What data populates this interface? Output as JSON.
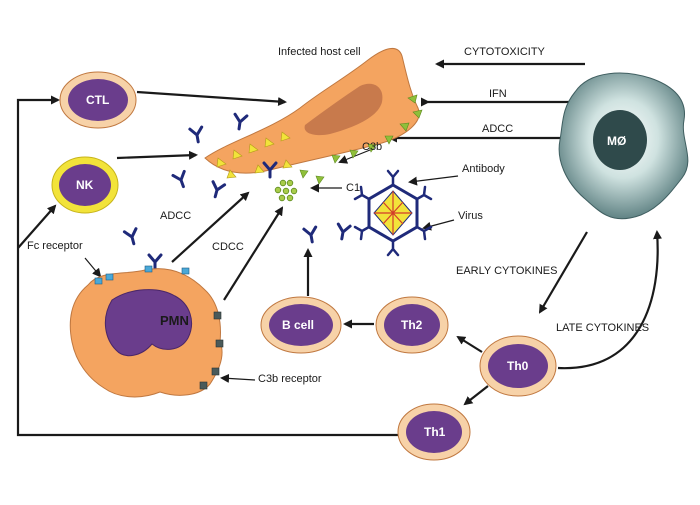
{
  "colors": {
    "orange": "#f4a460",
    "cell_ring": "#f7d2a8",
    "nucleus_purple": "#6a3d8c",
    "nucleus_dark": "#4a2668",
    "antibody_blue": "#1f2a7a",
    "yellow": "#f2e33a",
    "macrophage": "#5c7f80",
    "arrow": "#1a1a1a"
  },
  "cells": {
    "ctl": "CTL",
    "nk": "NK",
    "pmn": "PMN",
    "b_cell": "B cell",
    "th2": "Th2",
    "th0": "Th0",
    "th1": "Th1",
    "macrophage": "MØ"
  },
  "labels": {
    "infected_host_cell": "Infected host cell",
    "cytotoxicity": "CYTOTOXICITY",
    "ifn": "IFN",
    "adcc_right": "ADCC",
    "c3b": "C3b",
    "antibody": "Antibody",
    "c1": "C1",
    "virus": "Virus",
    "adcc_left": "ADCC",
    "cdcc": "CDCC",
    "fc_receptor": "Fc receptor",
    "early_cytokines": "EARLY CYTOKINES",
    "late_cytokines": "LATE CYTOKINES",
    "c3b_receptor": "C3b receptor"
  }
}
